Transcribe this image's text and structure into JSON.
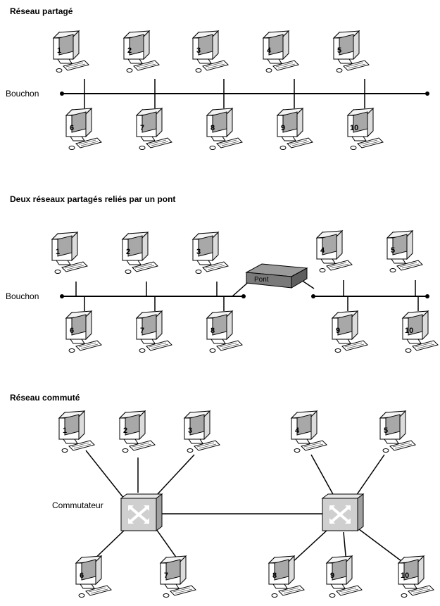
{
  "sections": {
    "shared": {
      "title": "Réseau partagé",
      "terminator_label": "Bouchon",
      "pc_labels": [
        "1",
        "2",
        "3",
        "4",
        "5",
        "6",
        "7",
        "8",
        "9",
        "10"
      ]
    },
    "bridged": {
      "title": "Deux réseaux partagés reliés par un pont",
      "terminator_label": "Bouchon",
      "bridge_label": "Pont",
      "pc_labels": [
        "1",
        "2",
        "3",
        "4",
        "5",
        "6",
        "7",
        "8",
        "9",
        "10"
      ]
    },
    "switched": {
      "title": "Réseau commuté",
      "switch_label": "Commutateur",
      "pc_labels": [
        "1",
        "2",
        "3",
        "4",
        "5",
        "6",
        "7",
        "8",
        "9",
        "10"
      ]
    }
  },
  "colors": {
    "screen": "#a8a8a8",
    "device": "#cfcfcf",
    "bridge_top": "#9a9a9a",
    "bridge_side": "#6e6e6e",
    "line": "#000000"
  }
}
